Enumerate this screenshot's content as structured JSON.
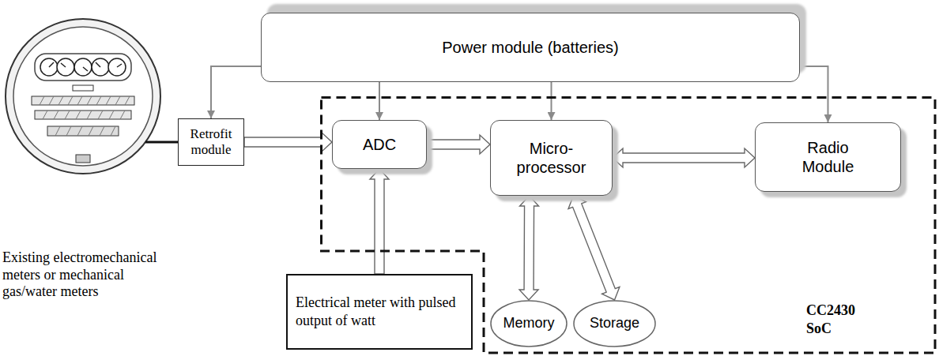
{
  "diagram": {
    "nodes": [
      {
        "text": [
          "Power module (batteries)"
        ]
      },
      {
        "text": [
          "Retrofit module"
        ]
      },
      {
        "text": [
          "CC2430 SoC"
        ]
      },
      {
        "text": [
          "ADC"
        ],
        "in": 2
      },
      {
        "text": [
          "Micro-processor"
        ],
        "in": 2
      },
      {
        "text": [
          "Radio Module"
        ],
        "in": 2
      },
      {
        "text": [
          "Electrical meter with pulsed output of watt"
        ]
      },
      {
        "text": [
          "Memory"
        ],
        "in": 2
      },
      {
        "text": [
          "Storage"
        ],
        "in": 2
      }
    ],
    "edges": [
      {
        "from": 0,
        "to": 1,
        "arrow": "to"
      },
      {
        "from": 0,
        "to": 3,
        "arrow": "to"
      },
      {
        "from": 0,
        "to": 4,
        "arrow": "to"
      },
      {
        "from": 0,
        "to": 5,
        "arrow": "to"
      },
      {
        "from": 1,
        "to": 3,
        "arrow": "to"
      },
      {
        "from": 6,
        "to": 3,
        "arrow": "to"
      },
      {
        "from": 3,
        "to": 4,
        "arrow": "to"
      },
      {
        "from": 4,
        "to": 5,
        "arrow": "both"
      },
      {
        "from": 4,
        "to": 7,
        "arrow": "both"
      },
      {
        "from": 4,
        "to": 8,
        "arrow": "both"
      }
    ],
    "labels": [
      "Existing electromechanical meters or mechanical gas/water meters"
    ]
  }
}
